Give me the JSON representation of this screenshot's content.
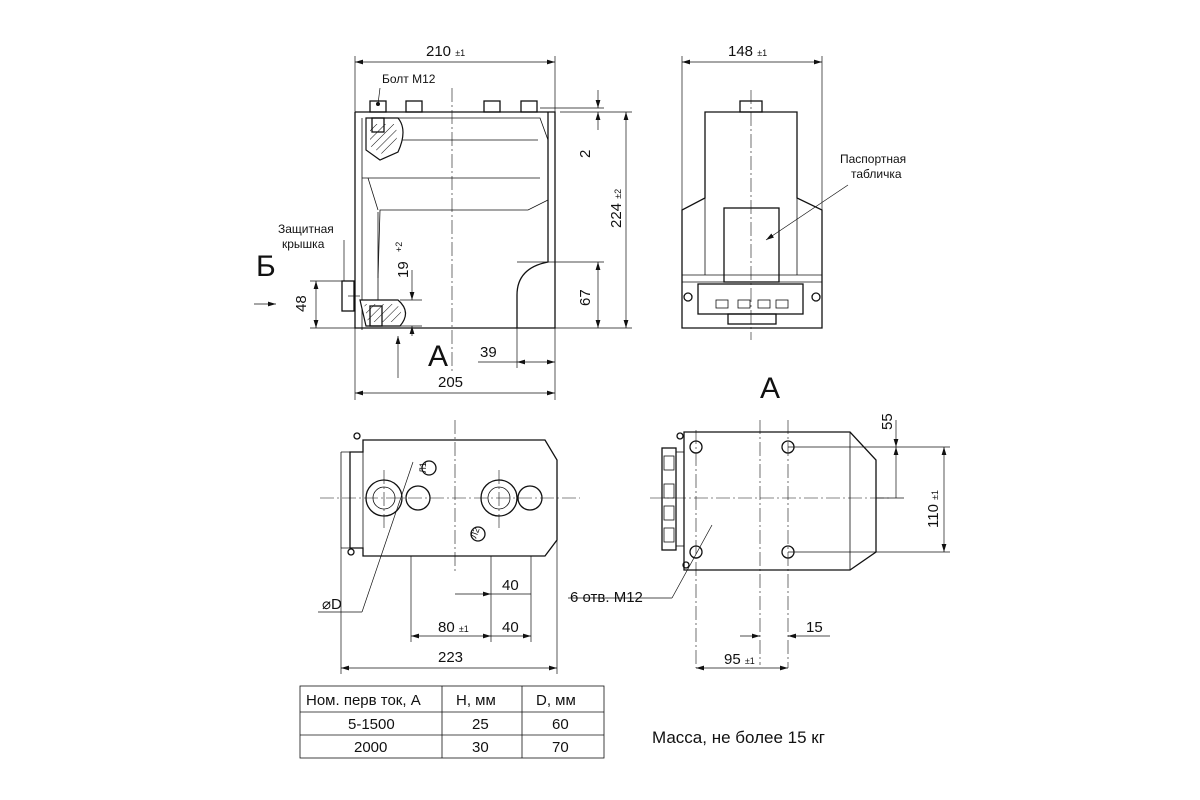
{
  "views": {
    "front": {
      "width": "210",
      "width_tol": "±1",
      "height": "224",
      "height_tol": "±2",
      "top_gap": "2",
      "lower_height": "67",
      "step": "39",
      "base_width": "205",
      "side_height": "48",
      "gap": "19",
      "gap_tol": "+2",
      "view_a_letter": "А",
      "view_b_letter": "Б",
      "bolt_label": "Болт М12",
      "cover_label_1": "Защитная",
      "cover_label_2": "крышка"
    },
    "side": {
      "width": "148",
      "width_tol": "±1",
      "plate_label_1": "Паспортная",
      "plate_label_2": "табличка"
    },
    "top": {
      "hole_dim": "D",
      "terminal_1": "Л1",
      "terminal_2": "Л2",
      "span_40_top": "40",
      "pitch": "80",
      "pitch_tol": "±1",
      "span_40_bottom": "40",
      "overall": "223"
    },
    "view_a": {
      "title": "А",
      "dim_55": "55",
      "hole_pitch": "110",
      "hole_pitch_tol": "±1",
      "holes_label": "6 отв. М12",
      "dim_15": "15",
      "dim_95": "95",
      "dim_95_tol": "±1"
    }
  },
  "table": {
    "headers": [
      "Ном. перв ток, А",
      "Н, мм",
      "D, мм"
    ],
    "rows": [
      [
        "5-1500",
        "25",
        "60"
      ],
      [
        "2000",
        "30",
        "70"
      ]
    ]
  },
  "mass_note": "Масса, не более 15 кг"
}
